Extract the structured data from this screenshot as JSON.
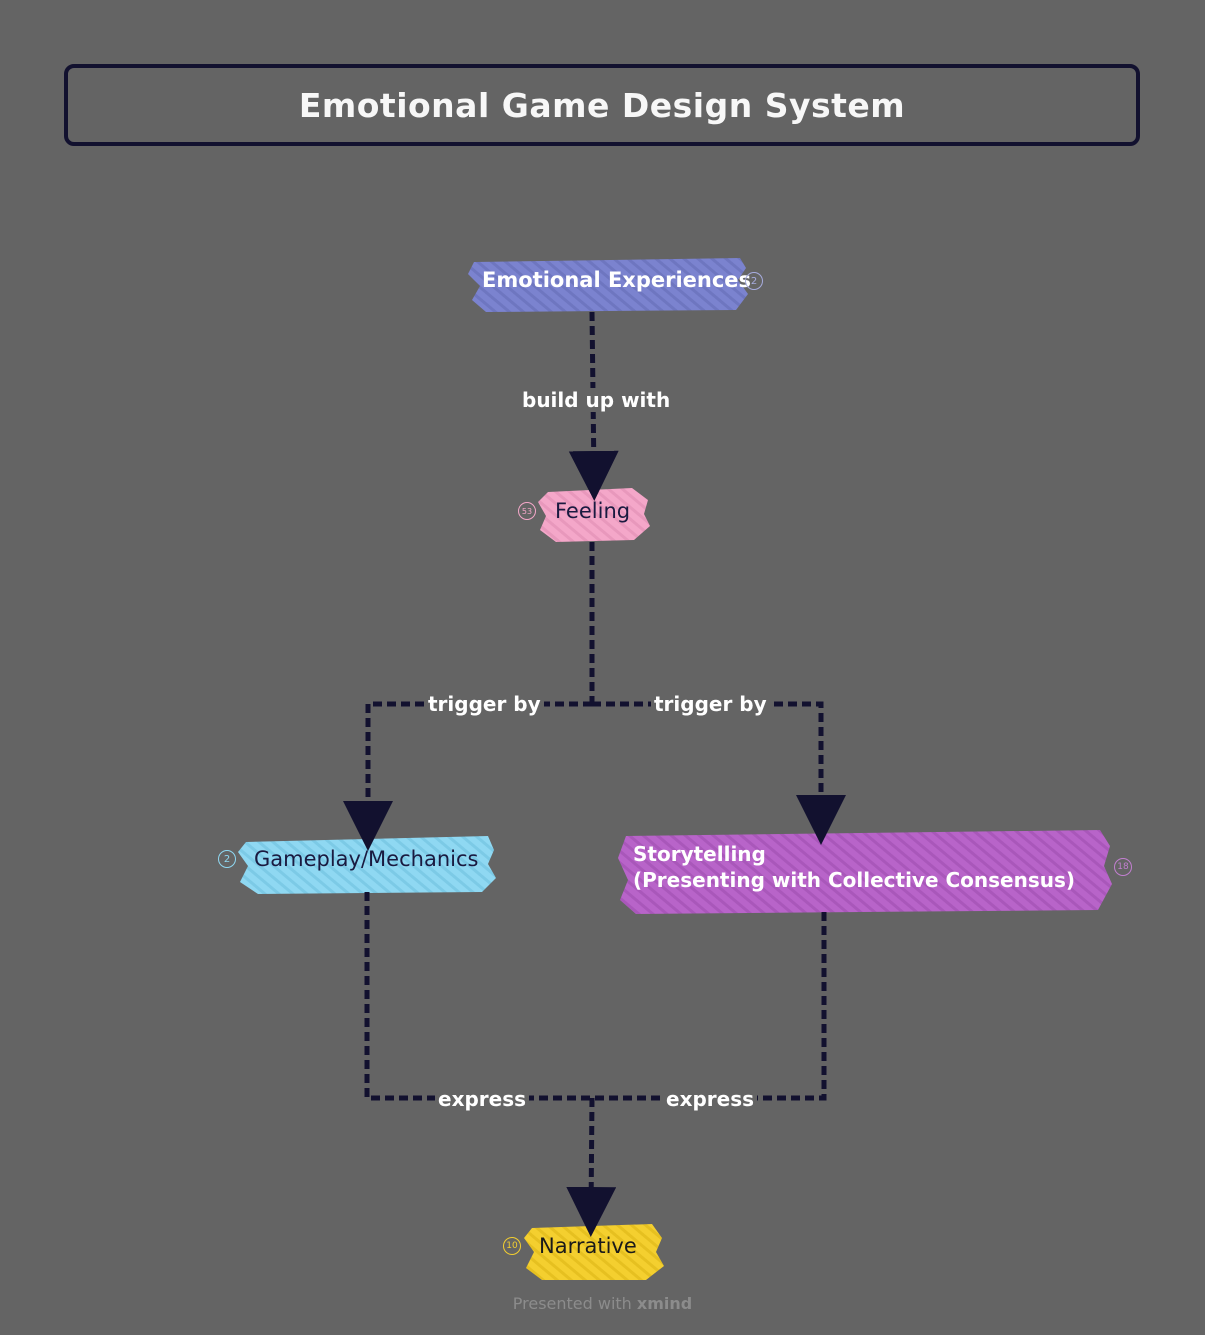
{
  "title": "Emotional Game Design System",
  "colors": {
    "background": "#646464",
    "line": "#12112f",
    "emotional": "#7b83cf",
    "feeling": "#f4a7c9",
    "gameplay": "#8fd8f2",
    "storytelling": "#b864c9",
    "narrative": "#f4cf2f"
  },
  "nodes": {
    "emotional": {
      "label": "Emotional Experiences",
      "badge": "2"
    },
    "feeling": {
      "label": "Feeling",
      "badge": "53"
    },
    "gameplay": {
      "label": "Gameplay/Mechanics",
      "badge": "2"
    },
    "storytelling": {
      "label_line1": "Storytelling",
      "label_line2": "(Presenting with Collective Consensus)",
      "badge": "18"
    },
    "narrative": {
      "label": "Narrative",
      "badge": "10"
    }
  },
  "edges": {
    "build_up": "build up with",
    "trigger_left": "trigger by",
    "trigger_right": "trigger by",
    "express_left": "express",
    "express_right": "express"
  },
  "footer": {
    "prefix": "Presented with",
    "brand": "xmind"
  }
}
